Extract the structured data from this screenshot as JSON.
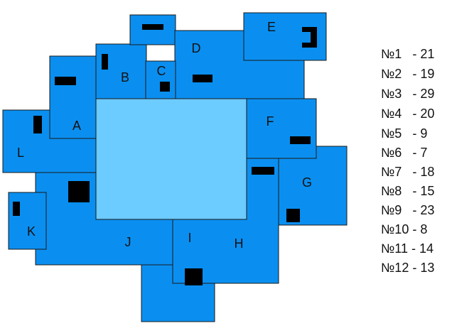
{
  "rooms": {
    "a": {
      "label": "A"
    },
    "b": {
      "label": "B"
    },
    "c": {
      "label": "C"
    },
    "d": {
      "label": "D"
    },
    "e": {
      "label": "E"
    },
    "f": {
      "label": "F"
    },
    "g": {
      "label": "G"
    },
    "h": {
      "label": "H"
    },
    "i": {
      "label": "I"
    },
    "j": {
      "label": "J"
    },
    "k": {
      "label": "K"
    },
    "l": {
      "label": "L"
    }
  },
  "list": [
    "№1   - 21",
    "№2   - 19",
    "№3   - 29",
    "№4   - 20",
    "№5   - 9",
    "№6   - 7",
    "№7   - 18",
    "№8   - 15",
    "№9   - 23",
    "№10 - 8",
    "№11 - 14",
    "№12 - 13"
  ]
}
